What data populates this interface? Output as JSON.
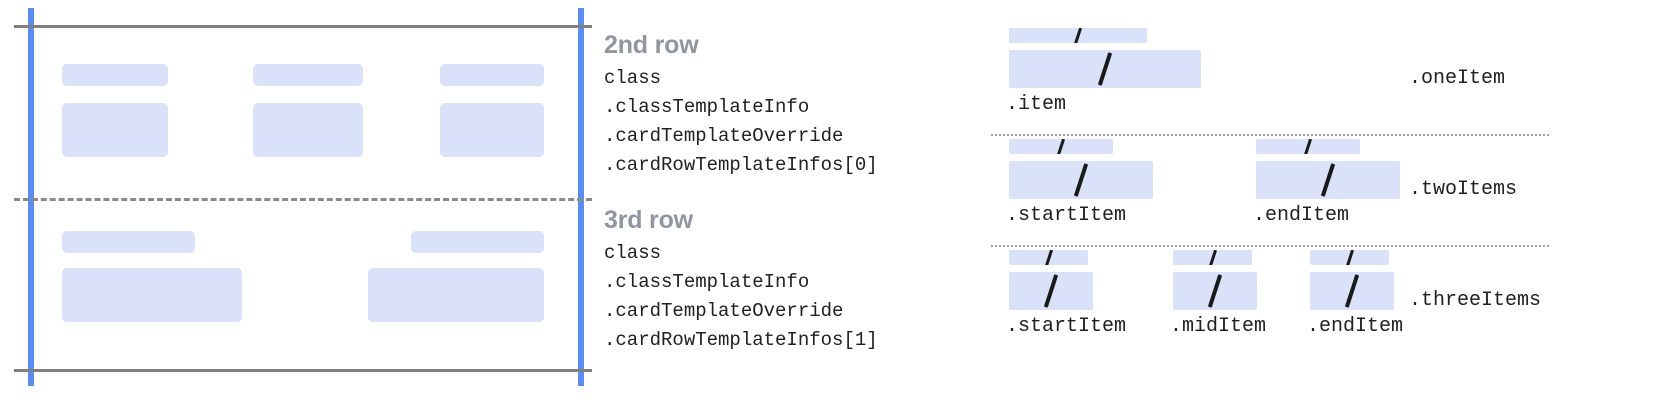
{
  "colors": {
    "guide_blue": "#5b8def",
    "guide_gray": "#808080",
    "box_fill": "#d9e2f9",
    "heading_gray": "#9096a0",
    "code_text": "#202124",
    "slash": "#1a1a1a"
  },
  "left_panel": {
    "name": "card-row-template-preview",
    "rows": [
      {
        "name": "second-row-preview",
        "items": [
          {
            "label_bar": "",
            "content_box": ""
          },
          {
            "label_bar": "",
            "content_box": ""
          },
          {
            "label_bar": "",
            "content_box": ""
          }
        ]
      },
      {
        "name": "third-row-preview",
        "items": [
          {
            "label_bar": "",
            "content_box": ""
          },
          {
            "label_bar": "",
            "content_box": ""
          }
        ]
      }
    ]
  },
  "middle_column": {
    "groups": [
      {
        "title": "2nd row",
        "code_lines": [
          "class",
          ".classTemplateInfo",
          ".cardTemplateOverride",
          ".cardRowTemplateInfos[0]"
        ]
      },
      {
        "title": "3rd row",
        "code_lines": [
          "class",
          ".classTemplateInfo",
          ".cardTemplateOverride",
          ".cardRowTemplateInfos[1]"
        ]
      }
    ]
  },
  "right_panel": {
    "variants": [
      {
        "name": ".oneItem",
        "items": [
          {
            "label": ".item"
          }
        ]
      },
      {
        "name": ".twoItems",
        "items": [
          {
            "label": ".startItem"
          },
          {
            "label": ".endItem"
          }
        ]
      },
      {
        "name": ".threeItems",
        "items": [
          {
            "label": ".startItem"
          },
          {
            "label": ".midItem"
          },
          {
            "label": ".endItem"
          }
        ]
      }
    ]
  }
}
